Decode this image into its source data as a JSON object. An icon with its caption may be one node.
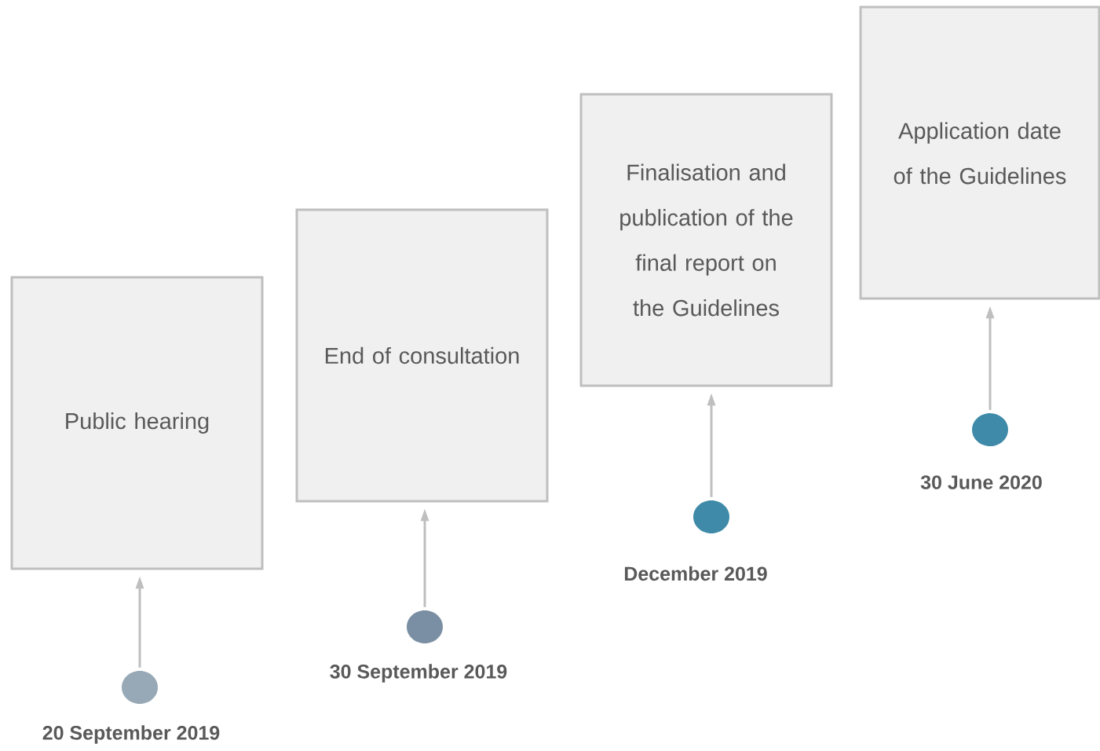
{
  "diagram": {
    "nodes": [
      {
        "text": [
          "Public hearing"
        ]
      },
      {
        "text": [
          "End of consultation"
        ]
      },
      {
        "text": [
          "Finalisation and publication of the final report on the Guidelines"
        ]
      },
      {
        "text": [
          "Application date of the Guidelines"
        ]
      },
      {
        "text": [],
        "shape": "circle",
        "beside": [
          "20 September 2019"
        ]
      },
      {
        "text": [],
        "shape": "circle",
        "beside": [
          "30 September 2019"
        ]
      },
      {
        "text": [],
        "shape": "circle",
        "beside": [
          "December 2019"
        ]
      },
      {
        "text": [],
        "shape": "circle",
        "beside": [
          "30 June 2020"
        ]
      }
    ],
    "edges": [
      {
        "from": 4,
        "to": 0,
        "arrow": "to"
      },
      {
        "from": 5,
        "to": 1,
        "arrow": "to"
      },
      {
        "from": 6,
        "to": 2,
        "arrow": "to"
      },
      {
        "from": 7,
        "to": 3,
        "arrow": "to"
      }
    ]
  }
}
